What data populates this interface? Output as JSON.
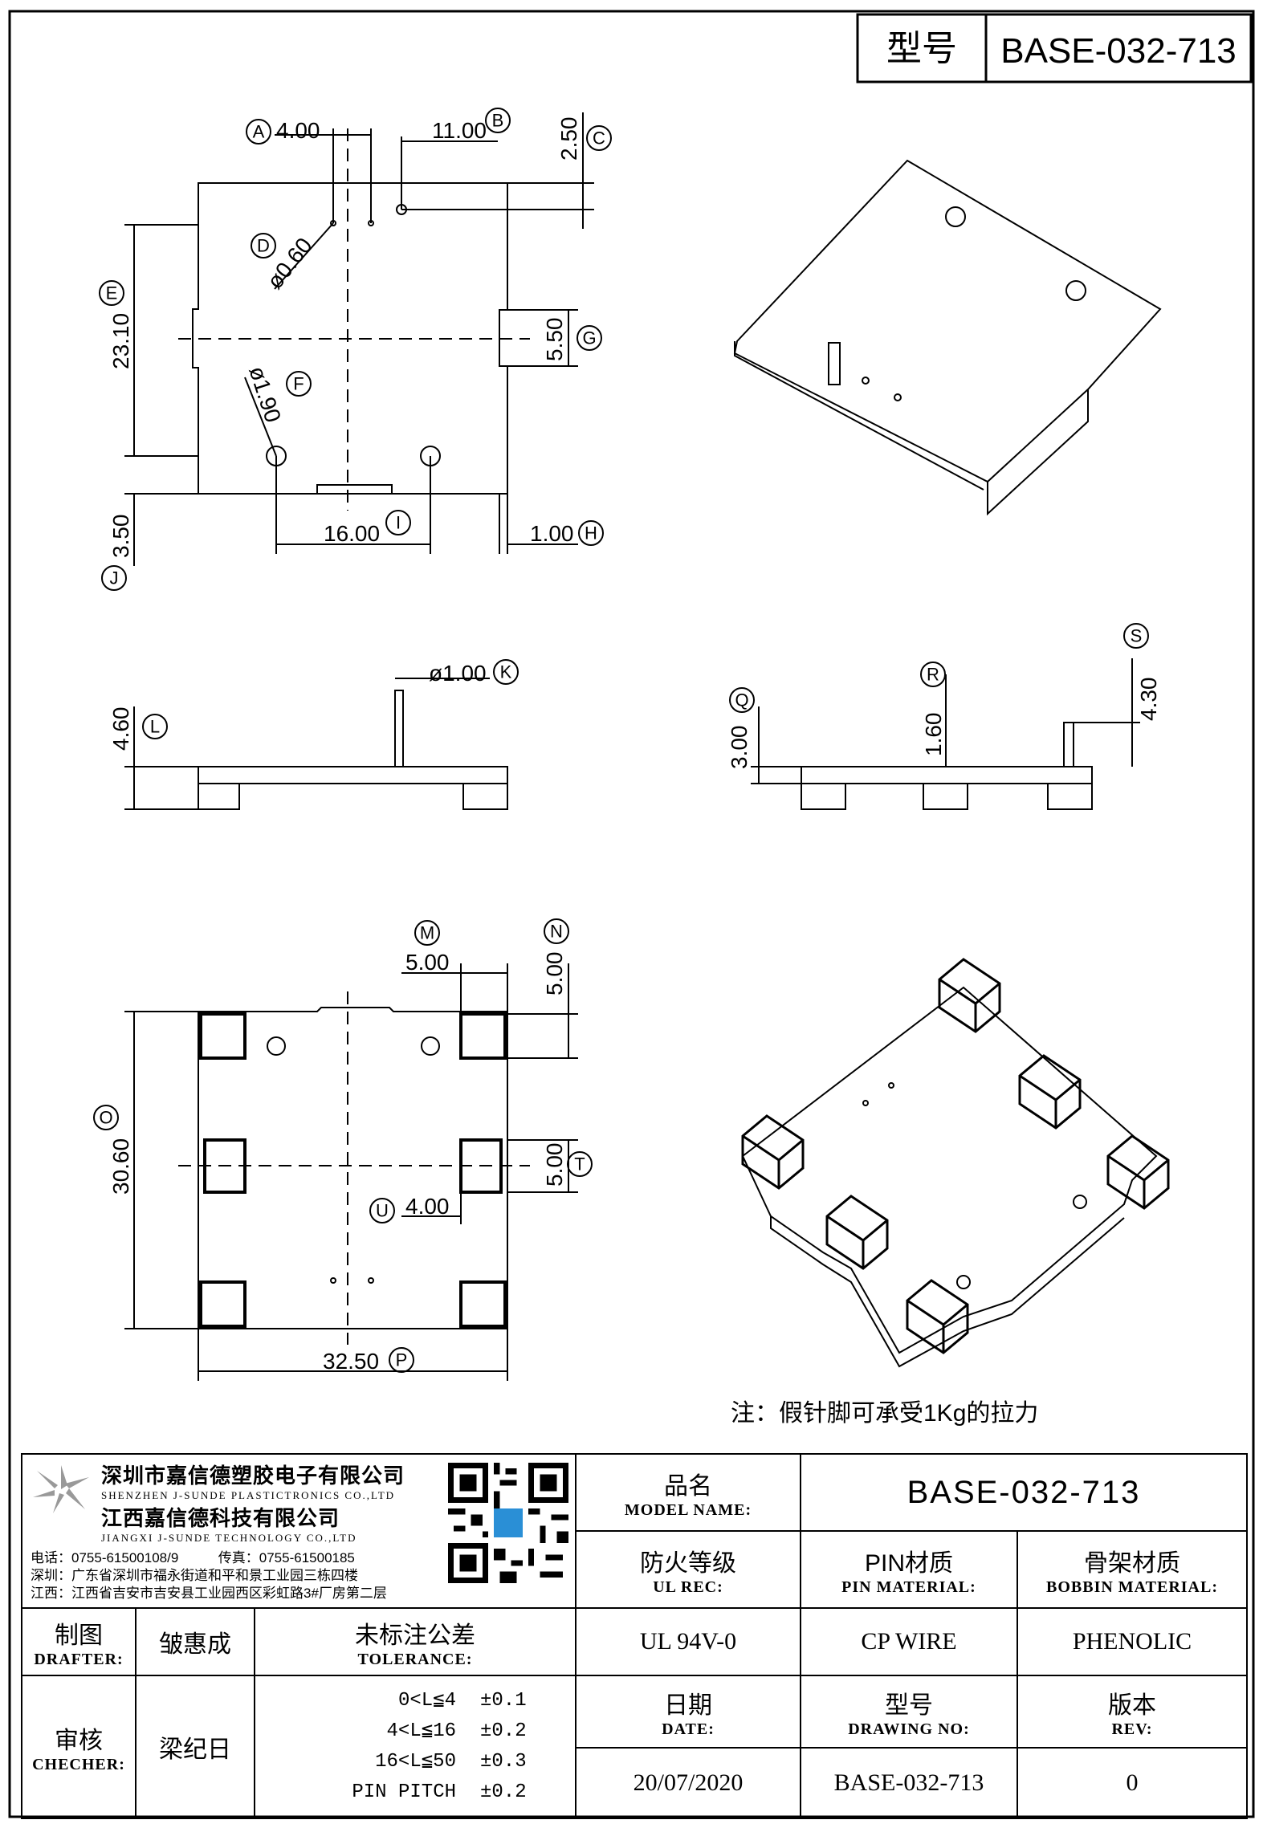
{
  "header": {
    "model_label": "型号",
    "model_value": "BASE-032-713"
  },
  "dims": {
    "A": {
      "label": "A",
      "value": "4.00"
    },
    "B": {
      "label": "B",
      "value": "11.00"
    },
    "C": {
      "label": "C",
      "value": "2.50"
    },
    "D": {
      "label": "D",
      "value": "ø0.60"
    },
    "E": {
      "label": "E",
      "value": "23.10"
    },
    "F": {
      "label": "F",
      "value": "ø1.90"
    },
    "G": {
      "label": "G",
      "value": "5.50"
    },
    "H": {
      "label": "H",
      "value": "1.00"
    },
    "I": {
      "label": "I",
      "value": "16.00"
    },
    "J": {
      "label": "J",
      "value": "3.50"
    },
    "K": {
      "label": "K",
      "value": "ø1.00"
    },
    "L": {
      "label": "L",
      "value": "4.60"
    },
    "M": {
      "label": "M",
      "value": "5.00"
    },
    "N": {
      "label": "N",
      "value": "5.00"
    },
    "O": {
      "label": "O",
      "value": "30.60"
    },
    "P": {
      "label": "P",
      "value": "32.50"
    },
    "Q": {
      "label": "Q",
      "value": "3.00"
    },
    "R": {
      "label": "R",
      "value": "1.60"
    },
    "S": {
      "label": "S",
      "value": "4.30"
    },
    "T": {
      "label": "T",
      "value": "5.00"
    },
    "U": {
      "label": "U",
      "value": "4.00"
    }
  },
  "note": "注：假针脚可承受1Kg的拉力",
  "company": {
    "name_cn_1": "深圳市嘉信德塑胶电子有限公司",
    "name_en_1": "SHENZHEN J-SUNDE PLASTICTRONICS CO.,LTD",
    "name_cn_2": "江西嘉信德科技有限公司",
    "name_en_2": "JIANGXI J-SUNDE TECHNOLOGY CO.,LTD",
    "phone": "电话：0755-61500108/9",
    "fax": "传真：0755-61500185",
    "addr_sz": "深圳：广东省深圳市福永街道和平和景工业园三栋四楼",
    "addr_jx": "江西：江西省吉安市吉安县工业园西区彩虹路3#厂房第二层"
  },
  "title_block": {
    "model_name_cn": "品名",
    "model_name_en": "MODEL NAME:",
    "model_name_value": "BASE-032-713",
    "ul_cn": "防火等级",
    "ul_en": "UL REC:",
    "pin_cn": "PIN材质",
    "pin_en": "PIN MATERIAL:",
    "bobbin_cn": "骨架材质",
    "bobbin_en": "BOBBIN MATERIAL:",
    "drafter_cn": "制图",
    "drafter_en": "DRAFTER:",
    "drafter_name": "皱惠成",
    "tolerance_cn": "未标注公差",
    "tolerance_en": "TOLERANCE:",
    "ul_value": "UL 94V-0",
    "pin_value": "CP WIRE",
    "bobbin_value": "PHENOLIC",
    "checker_cn": "审核",
    "checker_en": "CHECHER:",
    "checker_name": "梁纪日",
    "tolerances": [
      {
        "range": "0<L≦4",
        "value": "±0.1"
      },
      {
        "range": "4<L≦16",
        "value": "±0.2"
      },
      {
        "range": "16<L≦50",
        "value": "±0.3"
      },
      {
        "range": "PIN PITCH",
        "value": "±0.2"
      }
    ],
    "date_cn": "日期",
    "date_en": "DATE:",
    "drawing_cn": "型号",
    "drawing_en": "DRAWING NO:",
    "rev_cn": "版本",
    "rev_en": "REV:",
    "date_value": "20/07/2020",
    "drawing_value": "BASE-032-713",
    "rev_value": "0"
  }
}
